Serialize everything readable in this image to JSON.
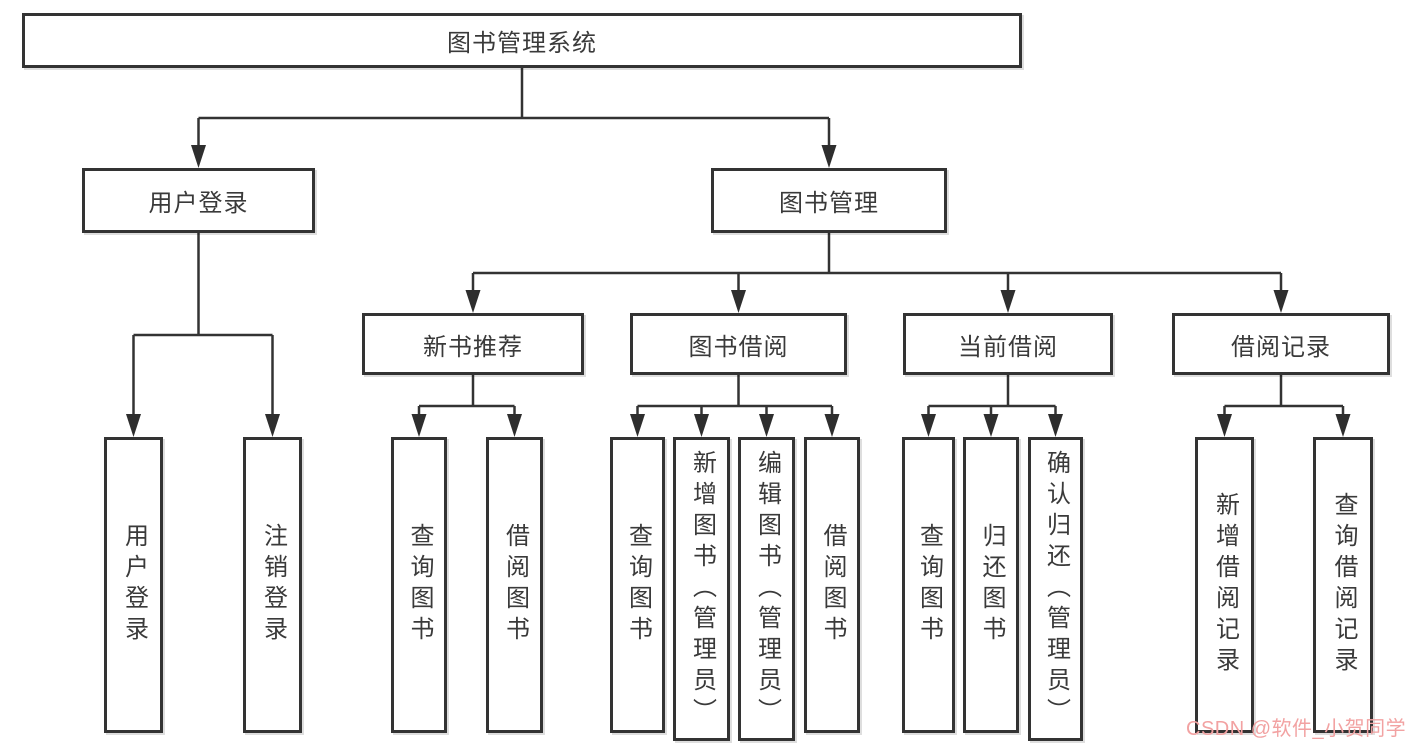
{
  "tree": {
    "root": "图书管理系统",
    "children": [
      {
        "label": "用户登录",
        "children": [
          {
            "label": "用户登录"
          },
          {
            "label": "注销登录"
          }
        ]
      },
      {
        "label": "图书管理",
        "children": [
          {
            "label": "新书推荐",
            "children": [
              {
                "label": "查询图书"
              },
              {
                "label": "借阅图书"
              }
            ]
          },
          {
            "label": "图书借阅",
            "children": [
              {
                "label": "查询图书"
              },
              {
                "label": "新增图书（管理员）"
              },
              {
                "label": "编辑图书（管理员）"
              },
              {
                "label": "借阅图书"
              }
            ]
          },
          {
            "label": "当前借阅",
            "children": [
              {
                "label": "查询图书"
              },
              {
                "label": "归还图书"
              },
              {
                "label": "确认归还（管理员）"
              }
            ]
          },
          {
            "label": "借阅记录",
            "children": [
              {
                "label": "新增借阅记录"
              },
              {
                "label": "查询借阅记录"
              }
            ]
          }
        ]
      }
    ]
  },
  "watermark": {
    "text": "CSDN @软件_小贺同学",
    "color": "#f2a2a2"
  },
  "colors": {
    "line": "#333333",
    "box_border": "#333333",
    "text": "#3a3a3a",
    "background": "#ffffff"
  }
}
